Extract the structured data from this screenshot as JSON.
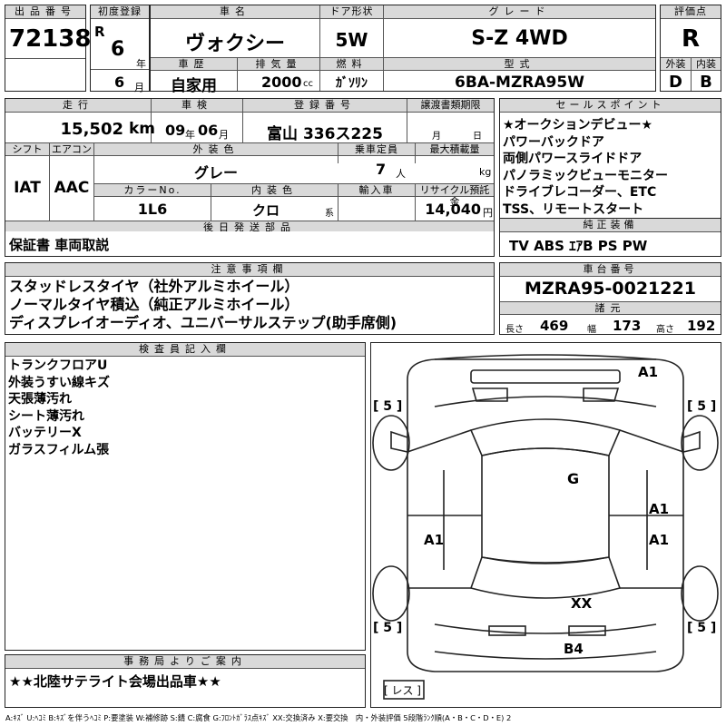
{
  "header_labels": {
    "lot_no": "出品番号",
    "first_reg": "初度登録",
    "car_name": "車名",
    "door_type": "ドア形状",
    "grade": "グレード",
    "score": "評価点",
    "history": "車歴",
    "displacement": "排気量",
    "fuel": "燃料",
    "model_code": "型式",
    "exterior": "外装",
    "interior": "内装",
    "mileage": "走行",
    "inspection": "車検",
    "registration": "登録番号",
    "transfer_deadline": "譲渡書類期限",
    "shift": "シフト",
    "aircon": "エアコン",
    "body_color": "外装色",
    "capacity": "乗車定員",
    "max_load": "最大積載量",
    "color_no": "カラーNo.",
    "interior_color": "内装色",
    "import": "輸入車",
    "recycle": "リサイクル預託金",
    "later_parts": "後日発送部品",
    "sales_points": "セールスポイント",
    "std_equipment": "純正装備",
    "notes": "注意事項欄",
    "chassis_no": "車台番号",
    "dimensions": "諸元",
    "inspector_notes": "検査員記入欄",
    "office_notes": "事務局よりご案内"
  },
  "vehicle": {
    "lot_no": "72138",
    "era": "R",
    "reg_year": "6",
    "year_unit": "年",
    "reg_month": "6",
    "month_unit": "月",
    "car_name": "ヴォクシー",
    "door_type": "5W",
    "grade": "S-Z 4WD",
    "score": "R",
    "history": "自家用",
    "displacement": "2000",
    "displacement_unit": "cc",
    "fuel": "ｶﾞｿﾘﾝ",
    "model_code": "6BA-MZRA95W",
    "exterior_score": "D",
    "interior_score": "B",
    "mileage": "15,502",
    "mileage_unit": "km",
    "inspection_year": "09",
    "inspection_year_unit": "年",
    "inspection_month": "06",
    "inspection_month_unit": "月",
    "registration": "富山 336ス225",
    "transfer_month_unit": "月",
    "transfer_day_unit": "日",
    "shift": "IAT",
    "aircon": "AAC",
    "body_color": "グレー",
    "capacity": "7",
    "capacity_unit": "人",
    "max_load_unit": "kg",
    "color_no": "1L6",
    "interior_color": "クロ",
    "interior_color_unit": "系",
    "recycle": "14,040",
    "recycle_unit": "円",
    "later_parts": "保証書 車両取説",
    "std_equipment": "TV ABS ｴｱB PS PW",
    "chassis_no": "MZRA95-0021221",
    "length_label": "長さ",
    "length": "469",
    "width_label": "幅",
    "width": "173",
    "height_label": "高さ",
    "height": "192"
  },
  "sales_points": [
    "★オークションデビュー★",
    "パワーバックドア",
    "両側パワースライドドア",
    "パノラミックビューモニター",
    "ドライブレコーダー、ETC",
    "TSS、リモートスタート"
  ],
  "notes": [
    "スタッドレスタイヤ（社外アルミホイール）",
    "ノーマルタイヤ積込（純正アルミホイール）",
    "ディスプレイオーディオ、ユニバーサルステップ(助手席側)"
  ],
  "inspector_notes": [
    "トランクフロアU",
    "外装うすい線キズ",
    "天張薄汚れ",
    "シート薄汚れ",
    "バッテリーX",
    "ガラスフィルム張"
  ],
  "office_notes": "★★北陸サテライト会場出品車★★",
  "diagram_marks": {
    "front_right_top": "A1",
    "tire_fl": "[ 5 ]",
    "tire_fr": "[ 5 ]",
    "tire_rl": "[ 5 ]",
    "tire_rr": "[ 5 ]",
    "roof": "G",
    "door_right_front": "A1",
    "door_left": "A1",
    "door_right_rear": "A1",
    "rear_glass": "XX",
    "rear_bumper": "B4",
    "spare": "[ レス ]"
  },
  "legend": "A:ｷｽﾞ U:ﾍｺﾐ B:ｷｽﾞを伴うﾍｺﾐ P:要塗装 W:補修跡 S:錆 C:腐食 G:ﾌﾛﾝﾄｶﾞﾗｽ点ｷｽﾞ XX:交換済み X:要交換　内・外装評価 5段階ﾗﾝｸ順(A・B・C・D・E) 2"
}
